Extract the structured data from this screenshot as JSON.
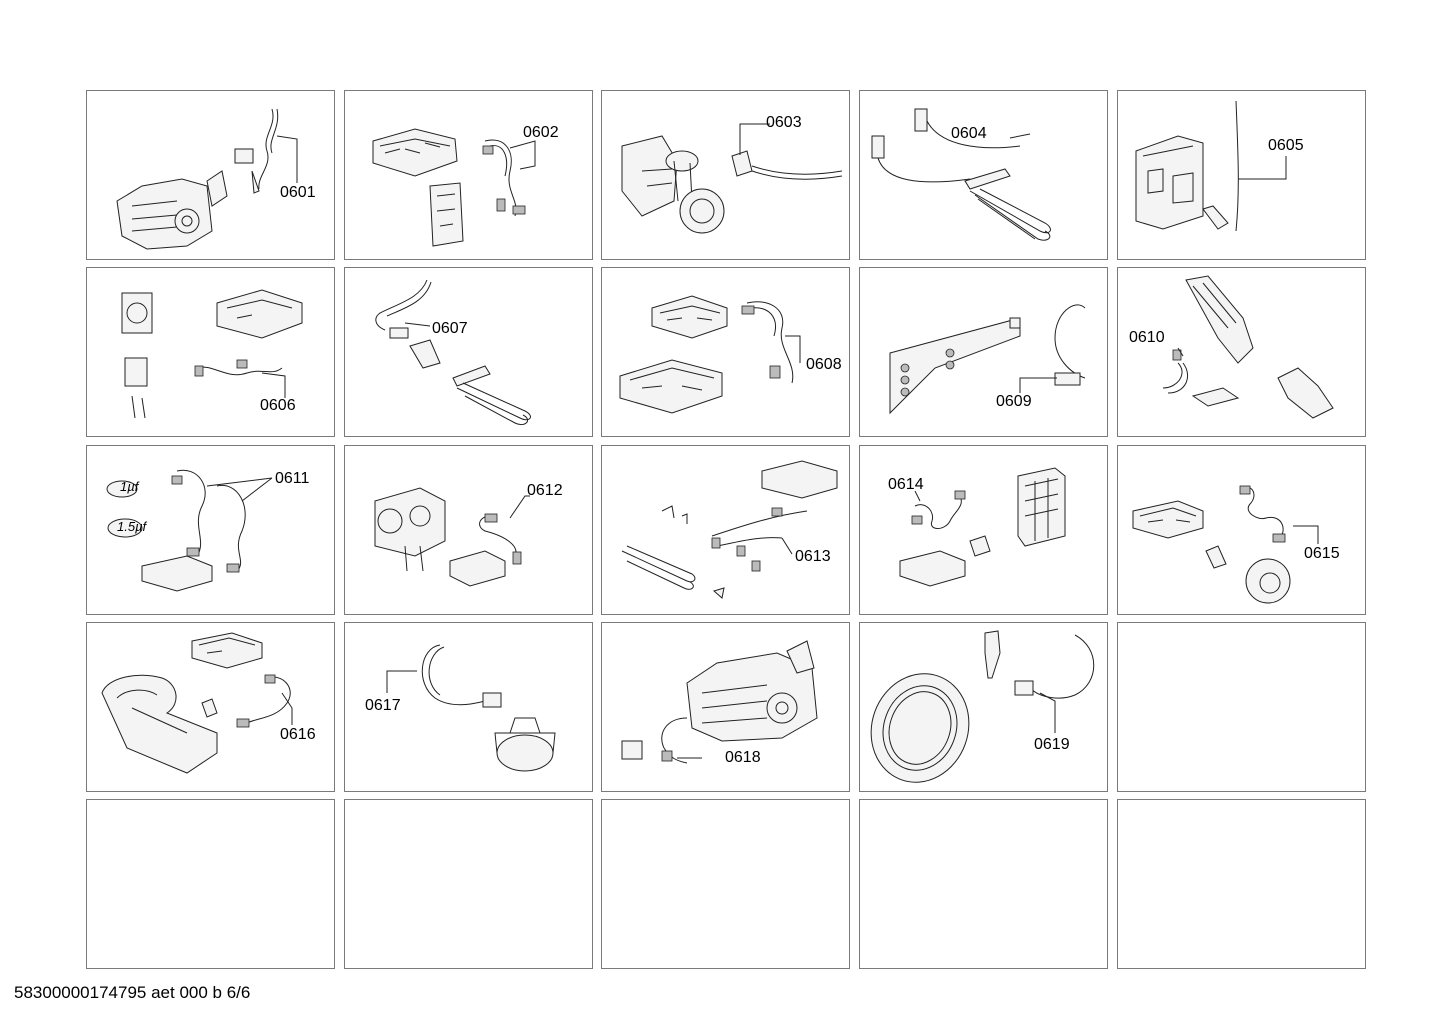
{
  "document": {
    "footer_text": "58300000174795 aet 000 b 6/6"
  },
  "cells": [
    {
      "label": "0601",
      "capacitor_marks": []
    },
    {
      "label": "0602",
      "capacitor_marks": []
    },
    {
      "label": "0603",
      "capacitor_marks": []
    },
    {
      "label": "0604",
      "capacitor_marks": []
    },
    {
      "label": "0605",
      "capacitor_marks": []
    },
    {
      "label": "0606",
      "capacitor_marks": []
    },
    {
      "label": "0607",
      "capacitor_marks": []
    },
    {
      "label": "0608",
      "capacitor_marks": []
    },
    {
      "label": "0609",
      "capacitor_marks": []
    },
    {
      "label": "0610",
      "capacitor_marks": []
    },
    {
      "label": "0611",
      "capacitor_marks": [
        "1µf",
        "1.5µf"
      ]
    },
    {
      "label": "0612",
      "capacitor_marks": []
    },
    {
      "label": "0613",
      "capacitor_marks": []
    },
    {
      "label": "0614",
      "capacitor_marks": []
    },
    {
      "label": "0615",
      "capacitor_marks": []
    },
    {
      "label": "0616",
      "capacitor_marks": []
    },
    {
      "label": "0617",
      "capacitor_marks": []
    },
    {
      "label": "0618",
      "capacitor_marks": []
    },
    {
      "label": "0619",
      "capacitor_marks": []
    },
    {
      "label": "",
      "capacitor_marks": []
    },
    {
      "label": "",
      "capacitor_marks": []
    },
    {
      "label": "",
      "capacitor_marks": []
    },
    {
      "label": "",
      "capacitor_marks": []
    },
    {
      "label": "",
      "capacitor_marks": []
    },
    {
      "label": "",
      "capacitor_marks": []
    }
  ]
}
